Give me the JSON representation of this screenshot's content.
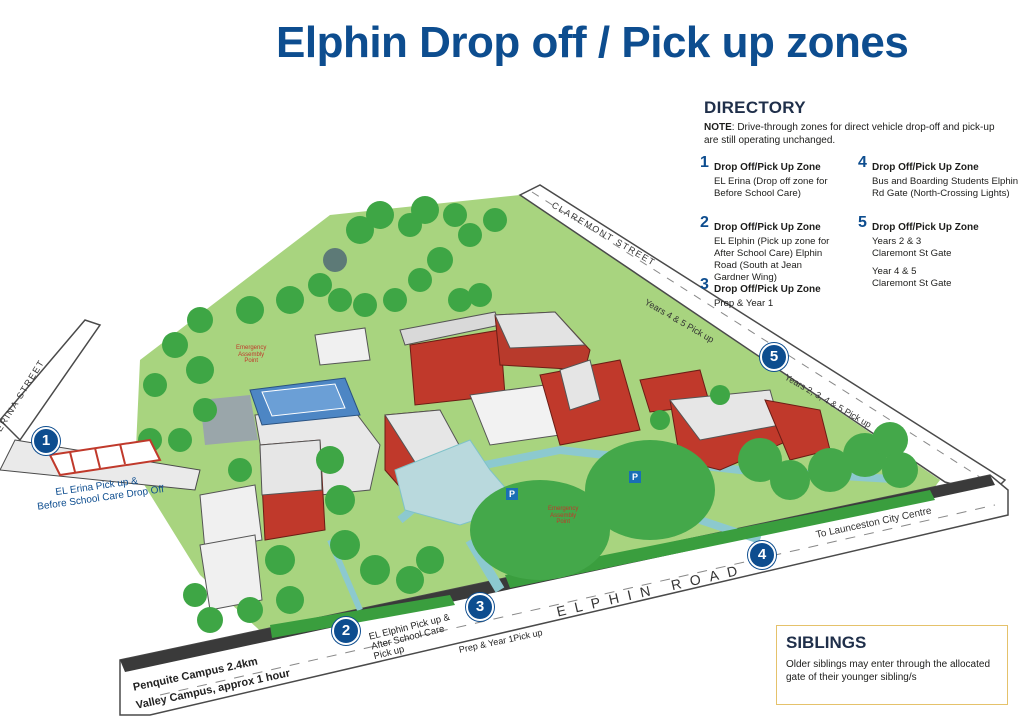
{
  "title": "Elphin Drop off / Pick up zones",
  "directory": {
    "heading": "DIRECTORY",
    "note_label": "NOTE",
    "note_text": ": Drive-through zones for direct vehicle drop-off and pick-up are still operating unchanged.",
    "zones": [
      {
        "num": "1",
        "title": "Drop Off/Pick Up Zone",
        "desc": "EL Erina (Drop off zone for Before School Care)"
      },
      {
        "num": "2",
        "title": "Drop Off/Pick Up Zone",
        "desc": "EL Elphin (Pick up zone for After School Care) Elphin Road (South at Jean Gardner Wing)"
      },
      {
        "num": "3",
        "title": "Drop Off/Pick Up Zone",
        "desc": "Prep & Year 1"
      },
      {
        "num": "4",
        "title": "Drop Off/Pick Up Zone",
        "desc": "Bus and Boarding Students Elphin Rd Gate (North-Crossing Lights)"
      },
      {
        "num": "5",
        "title": "Drop Off/Pick Up Zone",
        "desc": "Years 2 & 3 Claremont St Gate",
        "desc2": "Year 4 & 5 Claremont St Gate"
      }
    ]
  },
  "siblings": {
    "heading": "SIBLINGS",
    "text": "Older siblings may enter through the allocated gate of their younger sibling/s"
  },
  "map": {
    "streets": {
      "erina": "ERINA STREET",
      "claremont": "CLAREMONT STREET",
      "elphin": "ELPHIN ROAD"
    },
    "labels": {
      "erina_pickup": "EL Erina Pick up &",
      "erina_pickup2": "Before School Care Drop Off",
      "years45": "Years 4 & 5 Pick up",
      "years2345": "Years 2, 3, 4 & 5 Pick up",
      "launceston": "To Launceston City Centre",
      "elphin_pickup": "EL Elphin Pick up &",
      "elphin_pickup2": "After School Care",
      "elphin_pickup3": "Pick up",
      "prep_year1": "Prep & Year 1Pick up",
      "penquite": "Penquite Campus 2.4km",
      "valley": "Valley Campus, approx 1 hour",
      "emergency1": "Emergency",
      "emergency2": "Assembly",
      "emergency3": "Point",
      "parking": "P"
    },
    "markers": [
      "1",
      "2",
      "3",
      "4",
      "5"
    ],
    "colors": {
      "marker": "#0d4d8f",
      "grass": "#9fd17a",
      "tree": "#3ea645",
      "building_red": "#c0392b",
      "road": "#ffffff",
      "path": "#7fc2c8"
    }
  }
}
